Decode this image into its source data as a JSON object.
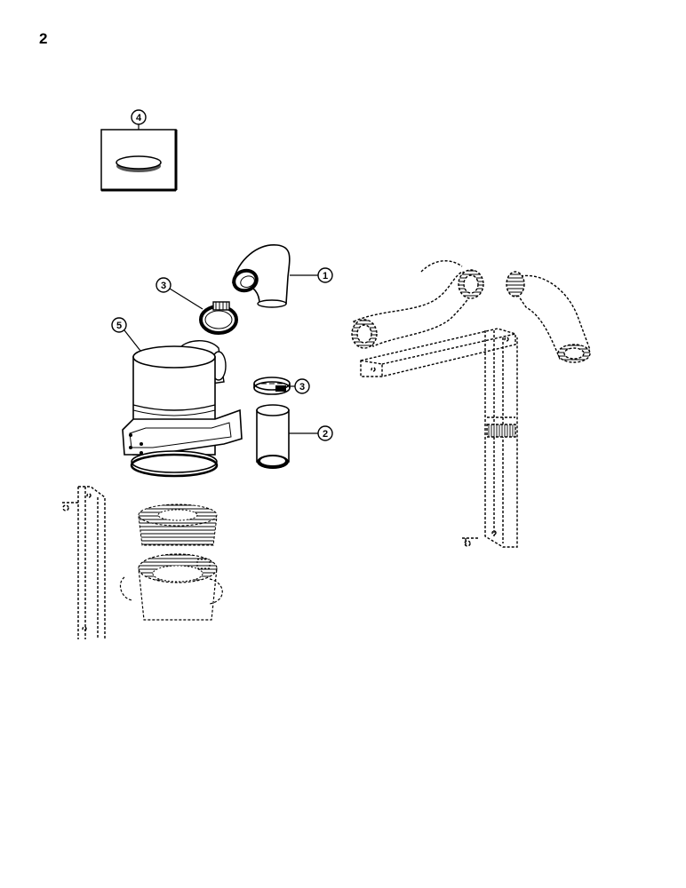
{
  "page": {
    "number": "2"
  },
  "callouts": {
    "c4": "4",
    "c1": "1",
    "c3a": "3",
    "c5": "5",
    "c3b": "3",
    "c2": "2"
  },
  "colors": {
    "ink": "#000000",
    "paper": "#ffffff",
    "gray": "#c9c9c9",
    "shade": "#6a6a6a"
  }
}
